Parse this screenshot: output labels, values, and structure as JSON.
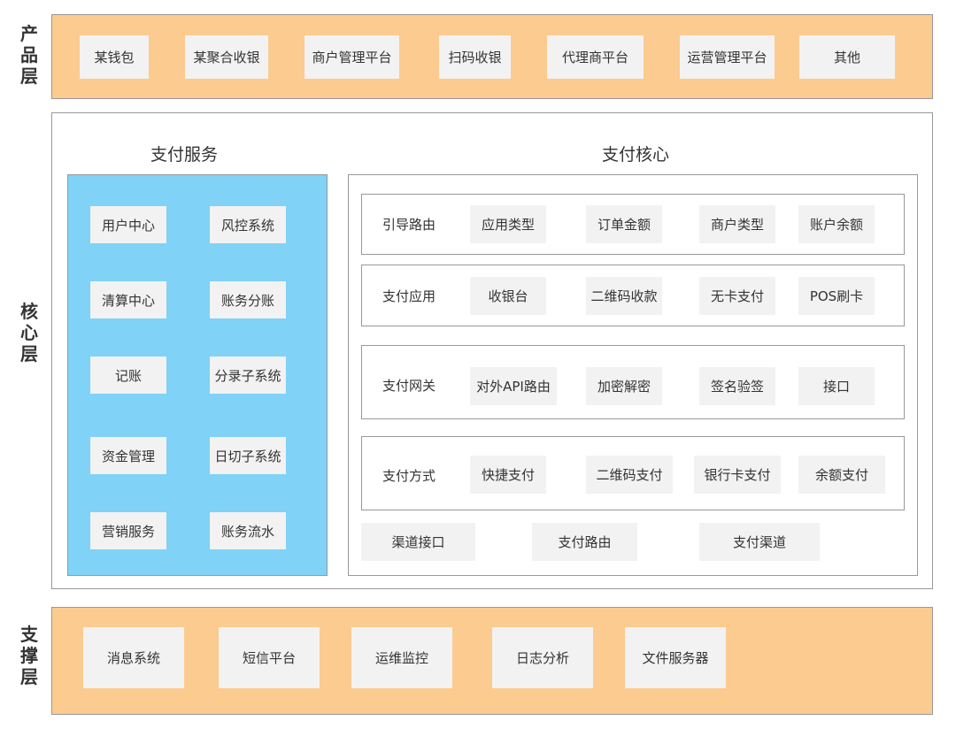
{
  "layers": {
    "product": {
      "label": [
        "产",
        "品",
        "层"
      ],
      "items": [
        "某钱包",
        "某聚合收银",
        "商户管理平台",
        "扫码收银",
        "代理商平台",
        "运营管理平台",
        "其他"
      ]
    },
    "core": {
      "label": [
        "核",
        "心",
        "层"
      ],
      "payment_service": {
        "title": "支付服务",
        "items": [
          "用户中心",
          "风控系统",
          "清算中心",
          "账务分账",
          "记账",
          "分录子系统",
          "资金管理",
          "日切子系统",
          "营销服务",
          "账务流水"
        ]
      },
      "payment_core": {
        "title": "支付核心",
        "rows": [
          {
            "label": "引导路由",
            "items": [
              "应用类型",
              "订单金额",
              "商户类型",
              "账户余额"
            ]
          },
          {
            "label": "支付应用",
            "items": [
              "收银台",
              "二维码收款",
              "无卡支付",
              "POS刷卡"
            ]
          },
          {
            "label": "支付网关",
            "items": [
              "对外API路由",
              "加密解密",
              "签名验签",
              "接口"
            ]
          },
          {
            "label": "支付方式",
            "items": [
              "快捷支付",
              "二维码支付",
              "银行卡支付",
              "余额支付"
            ]
          }
        ],
        "bottom": [
          "渠道接口",
          "支付路由",
          "支付渠道"
        ]
      }
    },
    "support": {
      "label": [
        "支",
        "撑",
        "层"
      ],
      "items": [
        "消息系统",
        "短信平台",
        "运维监控",
        "日志分析",
        "文件服务器"
      ]
    }
  },
  "colors": {
    "band": "#fbcb90",
    "panel_blue": "#80d2f7",
    "box": "#f2f2f2",
    "border": "#999999"
  }
}
